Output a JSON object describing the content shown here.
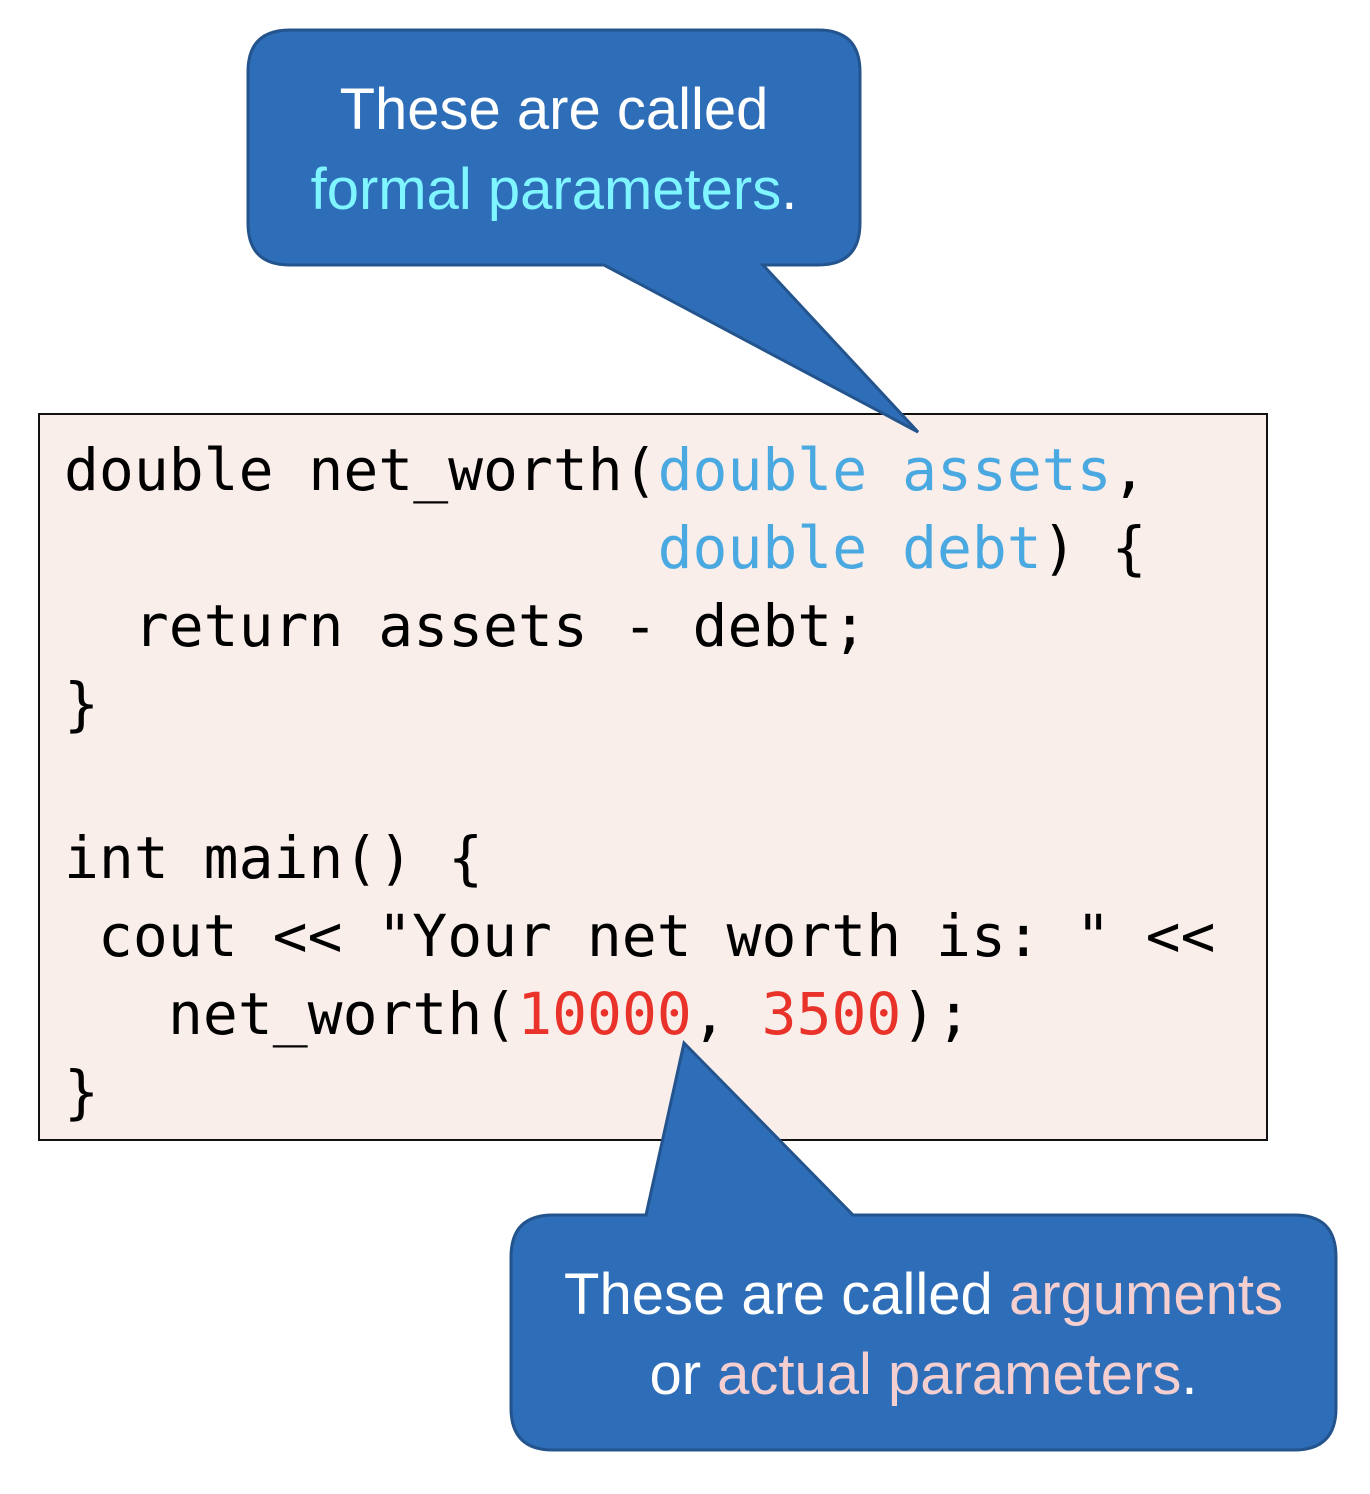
{
  "colors": {
    "callout_fill": "#2e6db7",
    "callout_stroke": "#24548d",
    "code_background": "#f9eeea",
    "code_text": "#000000",
    "param_color": "#4ba9e1",
    "argument_color": "#e8322a",
    "formal_highlight": "#7ff5ff",
    "argument_highlight": "#f5cfd0"
  },
  "callout_top": {
    "line1": "These are called",
    "line2_highlight": "formal parameters",
    "line2_end": "."
  },
  "callout_bottom": {
    "line1_start": "These are called ",
    "line1_highlight": "arguments",
    "line2_start": "or ",
    "line2_highlight": "actual parameters",
    "line2_end": "."
  },
  "code": {
    "line1_prefix": "double net_worth(",
    "line1_param_type": "double",
    "line1_param_name": "assets",
    "line1_suffix": ",",
    "line2_param_type": "double",
    "line2_param_name": "debt",
    "line2_suffix": ") {",
    "line3": "return assets - debt;",
    "line4": "}",
    "line5": "int main() {",
    "line6": "cout << \"Your net worth is: \" <<",
    "line7_prefix": "net_worth(",
    "line7_arg1": "10000",
    "line7_sep": ", ",
    "line7_arg2": "3500",
    "line7_suffix": ");",
    "line8": "}"
  }
}
